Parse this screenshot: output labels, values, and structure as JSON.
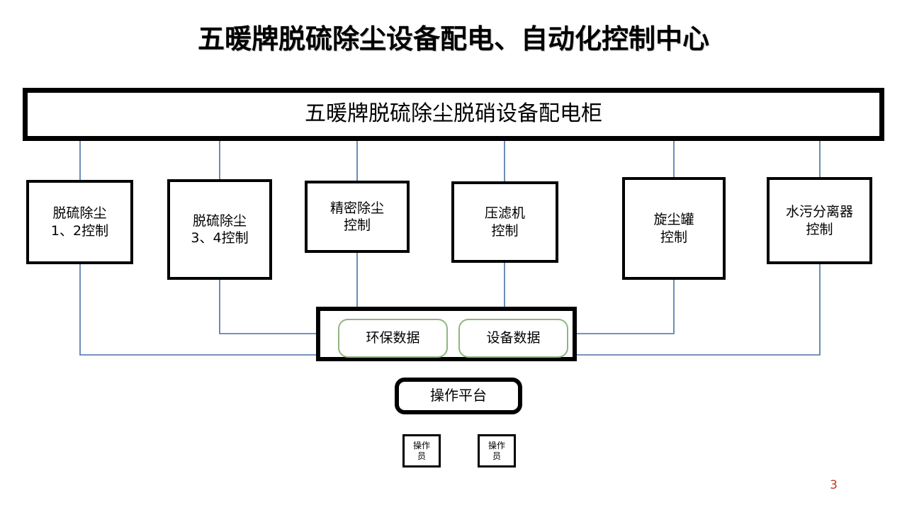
{
  "slide": {
    "title": "五暖牌脱硫除尘设备配电、自动化控制中心",
    "page_number": "3",
    "page_number_color": "#c0392b",
    "connector_color": "#4a6fa5",
    "chip_border_color": "#8fb67f"
  },
  "banner": {
    "label": "五暖牌脱硫除尘脱硝设备配电柜"
  },
  "control_boxes": [
    {
      "id": "desulfurization-dedusting-1-2",
      "label": "脱硫除尘\n1、2控制"
    },
    {
      "id": "desulfurization-dedusting-3-4",
      "label": "脱硫除尘\n3、4控制"
    },
    {
      "id": "precision-dedusting",
      "label": "精密除尘\n控制"
    },
    {
      "id": "filter-press",
      "label": "压滤机\n控制"
    },
    {
      "id": "cyclone-dust-tank",
      "label": "旋尘罐\n控制"
    },
    {
      "id": "water-sludge-separator",
      "label": "水污分离器\n控制"
    }
  ],
  "data_chips": [
    {
      "id": "environmental-data",
      "label": "环保数据"
    },
    {
      "id": "equipment-data",
      "label": "设备数据"
    }
  ],
  "platform": {
    "label": "操作平台"
  },
  "operators": [
    {
      "id": "operator-1",
      "label": "操作\n员"
    },
    {
      "id": "operator-2",
      "label": "操作\n员"
    }
  ]
}
